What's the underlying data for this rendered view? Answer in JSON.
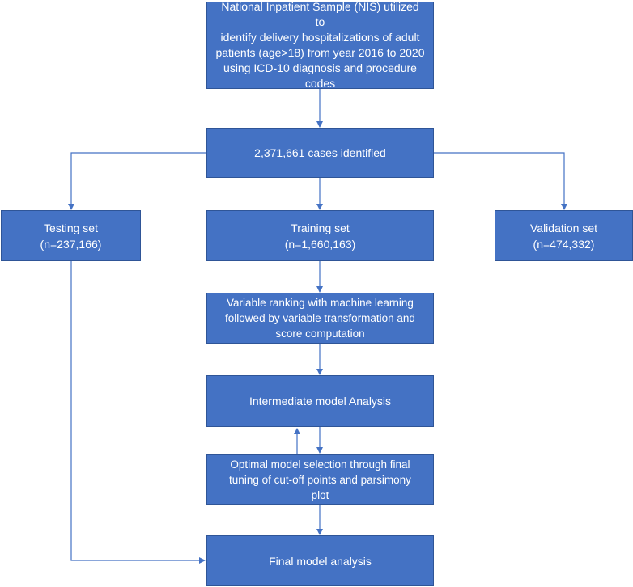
{
  "boxes": {
    "nis": "National Inpatient Sample (NIS) utilized to\nidentify delivery hospitalizations of adult\npatients (age>18) from year 2016 to 2020\nusing ICD-10 diagnosis and procedure\ncodes",
    "cases": "2,371,661 cases identified",
    "testing": "Testing set\n(n=237,166)",
    "training": "Training set\n(n=1,660,163)",
    "validation": "Validation set\n(n=474,332)",
    "ranking": "Variable ranking with machine learning\nfollowed by variable transformation and\nscore computation",
    "intermediate": "Intermediate model Analysis",
    "optimal": "Optimal model selection through final\ntuning of cut-off points and parsimony\nplot",
    "final": "Final model analysis"
  },
  "colors": {
    "box_fill": "#4472c4",
    "box_border": "#2f5597",
    "box_text": "#ffffff",
    "connector": "#4472c4"
  }
}
